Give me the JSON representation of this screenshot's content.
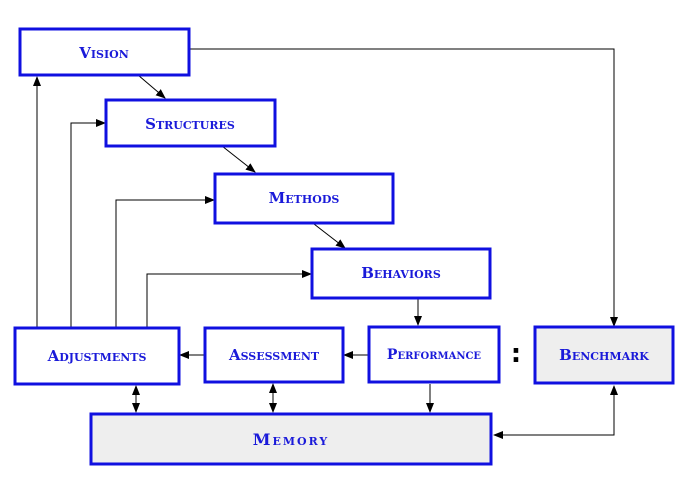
{
  "diagram": {
    "nodes": {
      "vision": {
        "label": "Vision"
      },
      "structures": {
        "label": "Structures"
      },
      "methods": {
        "label": "Methods"
      },
      "behaviors": {
        "label": "Behaviors"
      },
      "adjustments": {
        "label": "Adjustments"
      },
      "assessment": {
        "label": "Assessment"
      },
      "performance": {
        "label": "Performance"
      },
      "benchmark": {
        "label": "Benchmark"
      },
      "memory": {
        "label": "Memory"
      }
    },
    "separator": ":",
    "colors": {
      "box_border": "#1010e0",
      "label_text": "#1a1ad9",
      "shaded_fill": "#eeeeee",
      "plain_fill": "#ffffff",
      "arrow": "#000000"
    }
  }
}
